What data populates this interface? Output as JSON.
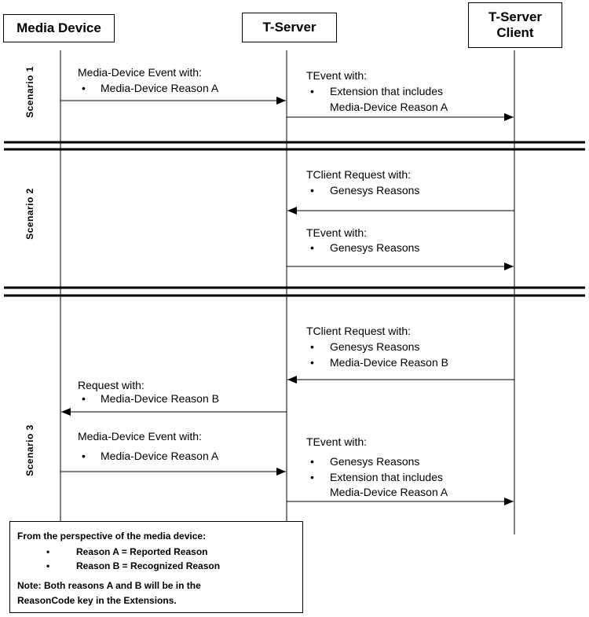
{
  "participants": {
    "media_device": "Media Device",
    "t_server": "T-Server",
    "t_server_client_line1": "T-Server",
    "t_server_client_line2": "Client"
  },
  "scenarios": {
    "s1": {
      "label": "Scenario 1",
      "md_to_ts": {
        "title": "Media-Device Event with:",
        "bullets": [
          "Media-Device Reason A"
        ]
      },
      "ts_to_client": {
        "title": "TEvent  with:",
        "bullet_line1": "Extension that includes",
        "bullet_line2": "Media-Device Reason A"
      }
    },
    "s2": {
      "label": "Scenario 2",
      "client_to_ts": {
        "title": "TClient Request with:",
        "bullets": [
          "Genesys Reasons"
        ]
      },
      "ts_to_client": {
        "title": "TEvent with:",
        "bullets": [
          "Genesys Reasons"
        ]
      }
    },
    "s3": {
      "label": "Scenario 3",
      "client_to_ts": {
        "title": "TClient Request with:",
        "bullets": [
          "Genesys Reasons",
          "Media-Device Reason B"
        ]
      },
      "ts_to_md": {
        "title": "Request with:",
        "bullets": [
          "Media-Device Reason B"
        ]
      },
      "md_to_ts": {
        "title": "Media-Device Event with:",
        "bullets": [
          "Media-Device Reason A"
        ]
      },
      "ts_to_client": {
        "title": "TEvent  with:",
        "bullets": [
          "Genesys Reasons",
          "Extension that includes"
        ],
        "continuation": "Media-Device Reason A"
      }
    }
  },
  "note": {
    "heading": "From the perspective of the media device:",
    "bullets": [
      "Reason A = Reported Reason",
      "Reason B = Recognized Reason"
    ],
    "line1": "Note: Both reasons A and B will be in the",
    "line2": "ReasonCode key in the Extensions."
  },
  "bullet_char": "•"
}
